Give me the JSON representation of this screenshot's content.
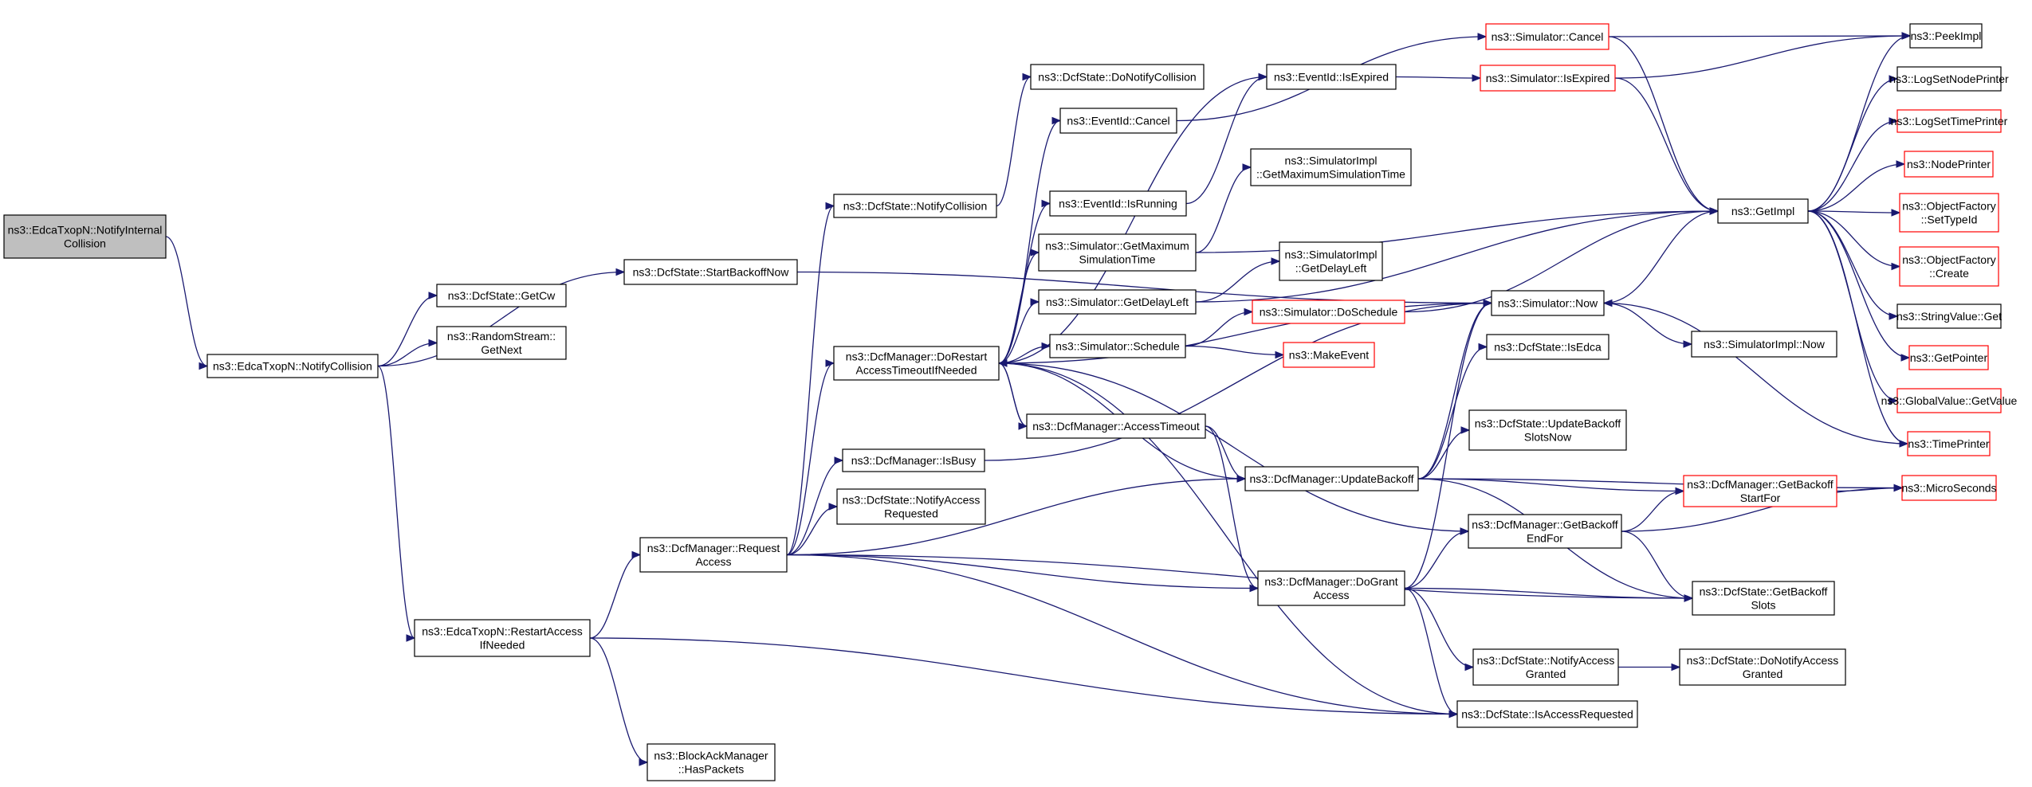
{
  "colors": {
    "edge": "#191970",
    "node_border": "#000000",
    "truncated_border": "#ff0000",
    "root_fill": "#bfbfbf",
    "background": "#ffffff"
  },
  "nodes": {
    "n0": {
      "lines": [
        "ns3::EdcaTxopN::NotifyInternal",
        "Collision"
      ],
      "kind": "root"
    },
    "n1": {
      "lines": [
        "ns3::EdcaTxopN::NotifyCollision"
      ],
      "kind": "normal"
    },
    "n2": {
      "lines": [
        "ns3::DcfState::GetCw"
      ],
      "kind": "normal"
    },
    "n3": {
      "lines": [
        "ns3::RandomStream::",
        "GetNext"
      ],
      "kind": "normal"
    },
    "n4": {
      "lines": [
        "ns3::DcfState::StartBackoffNow"
      ],
      "kind": "normal"
    },
    "n5": {
      "lines": [
        "ns3::EdcaTxopN::RestartAccess",
        "IfNeeded"
      ],
      "kind": "normal"
    },
    "n6": {
      "lines": [
        "ns3::DcfManager::Request",
        "Access"
      ],
      "kind": "normal"
    },
    "n7": {
      "lines": [
        "ns3::BlockAckManager",
        "::HasPackets"
      ],
      "kind": "normal"
    },
    "n8": {
      "lines": [
        "ns3::DcfState::NotifyCollision"
      ],
      "kind": "normal"
    },
    "n9": {
      "lines": [
        "ns3::DcfManager::DoRestart",
        "AccessTimeoutIfNeeded"
      ],
      "kind": "normal"
    },
    "n10": {
      "lines": [
        "ns3::DcfManager::IsBusy"
      ],
      "kind": "normal"
    },
    "n11": {
      "lines": [
        "ns3::DcfState::NotifyAccess",
        "Requested"
      ],
      "kind": "normal"
    },
    "n12": {
      "lines": [
        "ns3::DcfState::DoNotifyCollision"
      ],
      "kind": "normal"
    },
    "n13": {
      "lines": [
        "ns3::EventId::Cancel"
      ],
      "kind": "normal"
    },
    "n14": {
      "lines": [
        "ns3::EventId::IsRunning"
      ],
      "kind": "normal"
    },
    "n15": {
      "lines": [
        "ns3::Simulator::GetMaximum",
        "SimulationTime"
      ],
      "kind": "normal"
    },
    "n16": {
      "lines": [
        "ns3::Simulator::GetDelayLeft"
      ],
      "kind": "normal"
    },
    "n17": {
      "lines": [
        "ns3::Simulator::Schedule"
      ],
      "kind": "normal"
    },
    "n18": {
      "lines": [
        "ns3::DcfManager::AccessTimeout"
      ],
      "kind": "normal"
    },
    "n19": {
      "lines": [
        "ns3::EventId::IsExpired"
      ],
      "kind": "normal"
    },
    "n20": {
      "lines": [
        "ns3::SimulatorImpl",
        "::GetMaximumSimulationTime"
      ],
      "kind": "normal"
    },
    "n21": {
      "lines": [
        "ns3::SimulatorImpl",
        "::GetDelayLeft"
      ],
      "kind": "normal"
    },
    "n22": {
      "lines": [
        "ns3::Simulator::DoSchedule"
      ],
      "kind": "red"
    },
    "n23": {
      "lines": [
        "ns3::MakeEvent"
      ],
      "kind": "red"
    },
    "n24": {
      "lines": [
        "ns3::DcfManager::UpdateBackoff"
      ],
      "kind": "normal"
    },
    "n25": {
      "lines": [
        "ns3::DcfManager::DoGrant",
        "Access"
      ],
      "kind": "normal"
    },
    "n26": {
      "lines": [
        "ns3::Simulator::Cancel"
      ],
      "kind": "red"
    },
    "n27": {
      "lines": [
        "ns3::Simulator::IsExpired"
      ],
      "kind": "red"
    },
    "n28": {
      "lines": [
        "ns3::Simulator::Now"
      ],
      "kind": "normal"
    },
    "n29": {
      "lines": [
        "ns3::DcfState::IsEdca"
      ],
      "kind": "normal"
    },
    "n30": {
      "lines": [
        "ns3::DcfState::UpdateBackoff",
        "SlotsNow"
      ],
      "kind": "normal"
    },
    "n31": {
      "lines": [
        "ns3::DcfManager::GetBackoff",
        "EndFor"
      ],
      "kind": "normal"
    },
    "n32": {
      "lines": [
        "ns3::DcfState::NotifyAccess",
        "Granted"
      ],
      "kind": "normal"
    },
    "n33": {
      "lines": [
        "ns3::DcfState::IsAccessRequested"
      ],
      "kind": "normal"
    },
    "n34": {
      "lines": [
        "ns3::GetImpl"
      ],
      "kind": "normal"
    },
    "n35": {
      "lines": [
        "ns3::SimulatorImpl::Now"
      ],
      "kind": "normal"
    },
    "n36": {
      "lines": [
        "ns3::DcfManager::GetBackoff",
        "StartFor"
      ],
      "kind": "red"
    },
    "n37": {
      "lines": [
        "ns3::DcfState::GetBackoff",
        "Slots"
      ],
      "kind": "normal"
    },
    "n38": {
      "lines": [
        "ns3::DcfState::DoNotifyAccess",
        "Granted"
      ],
      "kind": "normal"
    },
    "n39": {
      "lines": [
        "ns3::PeekImpl"
      ],
      "kind": "normal"
    },
    "n40": {
      "lines": [
        "ns3::LogSetNodePrinter"
      ],
      "kind": "normal"
    },
    "n41": {
      "lines": [
        "ns3::LogSetTimePrinter"
      ],
      "kind": "red"
    },
    "n42": {
      "lines": [
        "ns3::NodePrinter"
      ],
      "kind": "red"
    },
    "n43": {
      "lines": [
        "ns3::ObjectFactory",
        "::SetTypeId"
      ],
      "kind": "red"
    },
    "n44": {
      "lines": [
        "ns3::ObjectFactory",
        "::Create"
      ],
      "kind": "red"
    },
    "n45": {
      "lines": [
        "ns3::StringValue::Get"
      ],
      "kind": "normal"
    },
    "n46": {
      "lines": [
        "ns3::GetPointer"
      ],
      "kind": "red"
    },
    "n47": {
      "lines": [
        "ns3::GlobalValue::GetValue"
      ],
      "kind": "red"
    },
    "n48": {
      "lines": [
        "ns3::TimePrinter"
      ],
      "kind": "red"
    },
    "n49": {
      "lines": [
        "ns3::MicroSeconds"
      ],
      "kind": "red"
    }
  },
  "edges": [
    [
      "n0",
      "n1"
    ],
    [
      "n1",
      "n2"
    ],
    [
      "n1",
      "n3"
    ],
    [
      "n1",
      "n4"
    ],
    [
      "n1",
      "n5"
    ],
    [
      "n4",
      "n28"
    ],
    [
      "n5",
      "n6"
    ],
    [
      "n5",
      "n7"
    ],
    [
      "n5",
      "n33"
    ],
    [
      "n6",
      "n8"
    ],
    [
      "n6",
      "n9"
    ],
    [
      "n6",
      "n10"
    ],
    [
      "n6",
      "n11"
    ],
    [
      "n6",
      "n24"
    ],
    [
      "n6",
      "n25"
    ],
    [
      "n6",
      "n33"
    ],
    [
      "n6",
      "n37"
    ],
    [
      "n8",
      "n12"
    ],
    [
      "n9",
      "n13"
    ],
    [
      "n9",
      "n14"
    ],
    [
      "n9",
      "n15"
    ],
    [
      "n9",
      "n16"
    ],
    [
      "n9",
      "n17"
    ],
    [
      "n9",
      "n18"
    ],
    [
      "n9",
      "n19"
    ],
    [
      "n9",
      "n28"
    ],
    [
      "n9",
      "n31"
    ],
    [
      "n9",
      "n33"
    ],
    [
      "n10",
      "n28"
    ],
    [
      "n13",
      "n26"
    ],
    [
      "n14",
      "n19"
    ],
    [
      "n15",
      "n20"
    ],
    [
      "n15",
      "n34"
    ],
    [
      "n16",
      "n21"
    ],
    [
      "n16",
      "n34"
    ],
    [
      "n17",
      "n22"
    ],
    [
      "n17",
      "n23"
    ],
    [
      "n18",
      "n9"
    ],
    [
      "n18",
      "n24"
    ],
    [
      "n18",
      "n25"
    ],
    [
      "n19",
      "n27"
    ],
    [
      "n22",
      "n34"
    ],
    [
      "n24",
      "n28"
    ],
    [
      "n24",
      "n29"
    ],
    [
      "n24",
      "n30"
    ],
    [
      "n24",
      "n36"
    ],
    [
      "n24",
      "n37"
    ],
    [
      "n24",
      "n49"
    ],
    [
      "n24",
      "n9"
    ],
    [
      "n25",
      "n31"
    ],
    [
      "n25",
      "n32"
    ],
    [
      "n25",
      "n33"
    ],
    [
      "n25",
      "n37"
    ],
    [
      "n25",
      "n28"
    ],
    [
      "n26",
      "n39"
    ],
    [
      "n26",
      "n34"
    ],
    [
      "n27",
      "n39"
    ],
    [
      "n27",
      "n34"
    ],
    [
      "n28",
      "n34"
    ],
    [
      "n28",
      "n35"
    ],
    [
      "n31",
      "n36"
    ],
    [
      "n31",
      "n37"
    ],
    [
      "n31",
      "n49"
    ],
    [
      "n32",
      "n38"
    ],
    [
      "n36",
      "n49"
    ],
    [
      "n34",
      "n39"
    ],
    [
      "n34",
      "n40"
    ],
    [
      "n34",
      "n41"
    ],
    [
      "n34",
      "n42"
    ],
    [
      "n34",
      "n43"
    ],
    [
      "n34",
      "n44"
    ],
    [
      "n34",
      "n45"
    ],
    [
      "n34",
      "n46"
    ],
    [
      "n34",
      "n47"
    ],
    [
      "n34",
      "n48"
    ],
    [
      "n48",
      "n28"
    ]
  ]
}
